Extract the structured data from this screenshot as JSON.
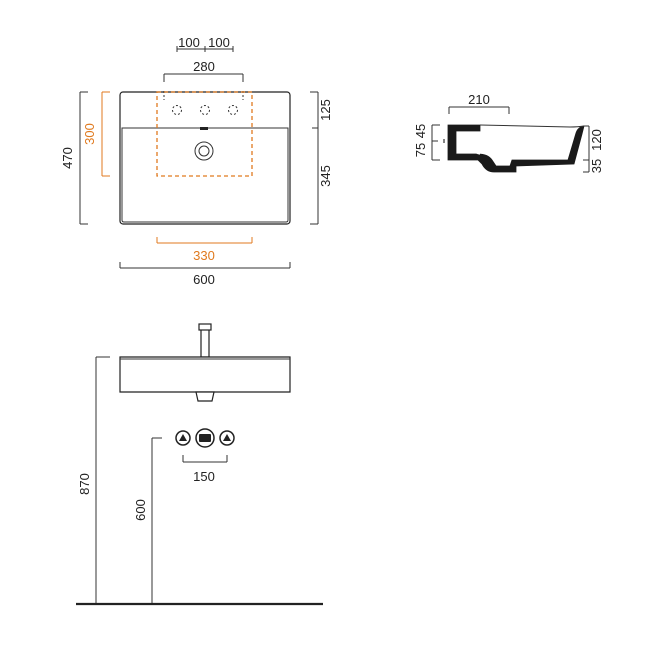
{
  "colors": {
    "line": "#333333",
    "accent": "#e07a1f",
    "fill_dark": "#1a1a1a"
  },
  "top_view": {
    "dim_hole_spacing_left": "100",
    "dim_hole_spacing_right": "100",
    "dim_tap_zone": "280",
    "dim_height_total": "470",
    "dim_cutout_height": "300",
    "dim_deck": "125",
    "dim_bowl": "345",
    "dim_cutout_width": "330",
    "dim_width_total": "600"
  },
  "side_view": {
    "dim_depth": "210",
    "dim_left_a": "75",
    "dim_left_b": "45",
    "dim_right_a": "35",
    "dim_right_b": "120"
  },
  "front_view": {
    "dim_install_height": "870",
    "dim_supply_height": "600",
    "dim_supply_spacing": "150"
  }
}
